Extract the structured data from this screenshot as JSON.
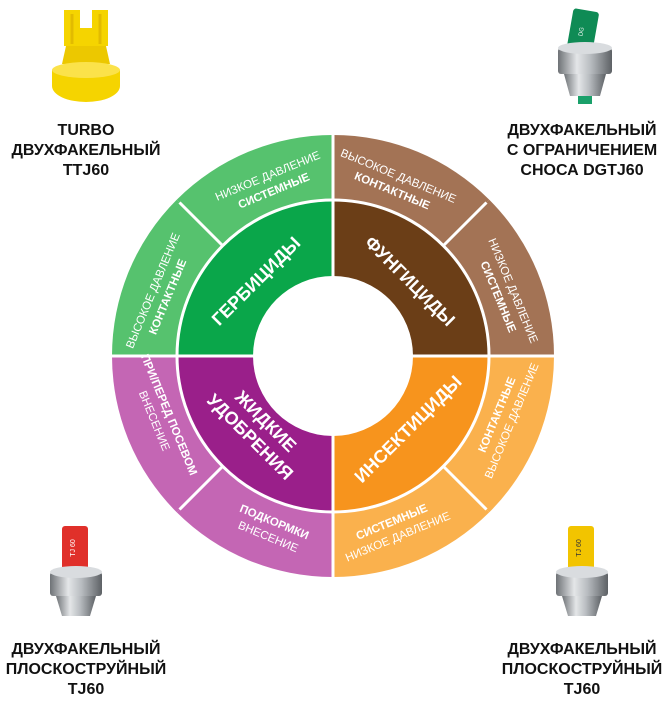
{
  "colors": {
    "herbicides_inner": "#0aa64a",
    "herbicides_outer": "#56c26e",
    "fungicides_inner": "#6b3e17",
    "fungicides_outer": "#a37355",
    "insecticides_inner": "#f7941d",
    "insecticides_outer": "#fab14d",
    "fertilizers_inner": "#9a1f8a",
    "fertilizers_outer": "#c466b4",
    "separator": "#ffffff"
  },
  "categories": {
    "herbicides": {
      "label": "ГЕРБИЦИДЫ"
    },
    "fungicides": {
      "label": "ФУНГИЦИДЫ"
    },
    "insecticides": {
      "label": "ИНСЕКТИЦИДЫ"
    },
    "fertilizers": {
      "line1": "ЖИДКИЕ",
      "line2": "УДОБРЕНИЯ"
    }
  },
  "segments": {
    "herb_low": {
      "line1": "НИЗКОЕ ДАВЛЕНИЕ",
      "line2": "СИСТЕМНЫЕ"
    },
    "herb_high": {
      "line1": "ВЫСОКОЕ ДАВЛЕНИЕ",
      "line2": "КОНТАКТНЫЕ"
    },
    "fung_high": {
      "line1": "ВЫСОКОЕ ДАВЛЕНИЕ",
      "line2": "КОНТАКТНЫЕ"
    },
    "fung_low": {
      "line1": "НИЗКОЕ ДАВЛЕНИЕ",
      "line2": "СИСТЕМНЫЕ"
    },
    "ins_high": {
      "line1": "КОНТАКТНЫЕ",
      "line2": "ВЫСОКОЕ ДАВЛЕНИЕ"
    },
    "ins_low": {
      "line1": "СИСТЕМНЫЕ",
      "line2": "НИЗКОЕ ДАВЛЕНИЕ"
    },
    "fert_pre": {
      "line1": "ПРИ/ПЕРЕД ПОСЕВОМ",
      "line2": "ВНЕСЕНИЕ"
    },
    "fert_top": {
      "line1": "ПОДКОРМКИ",
      "line2": "ВНЕСЕНИЕ"
    }
  },
  "nozzles": {
    "top_left": {
      "lines": [
        "TURBO",
        "ДВУХФАКЕЛЬНЫЙ",
        "TTJ60"
      ],
      "icon": "yellow-turbo-nozzle-icon",
      "color": "#f5d400"
    },
    "top_right": {
      "lines": [
        "ДВУХФАКЕЛЬНЫЙ",
        "С ОГРАНИЧЕНИЕМ",
        "СНОСА DGTJ60"
      ],
      "icon": "green-dgtj-nozzle-icon",
      "color": "#0f8b55"
    },
    "bottom_left": {
      "lines": [
        "ДВУХФАКЕЛЬНЫЙ",
        "ПЛОСКОСТРУЙНЫЙ",
        "TJ60"
      ],
      "icon": "red-tj-nozzle-icon",
      "color": "#e0302a"
    },
    "bottom_right": {
      "lines": [
        "ДВУХФАКЕЛЬНЫЙ",
        "ПЛОСКОСТРУЙНЫЙ",
        "TJ60"
      ],
      "icon": "yellow-tj-nozzle-icon",
      "color": "#f2c400"
    }
  }
}
